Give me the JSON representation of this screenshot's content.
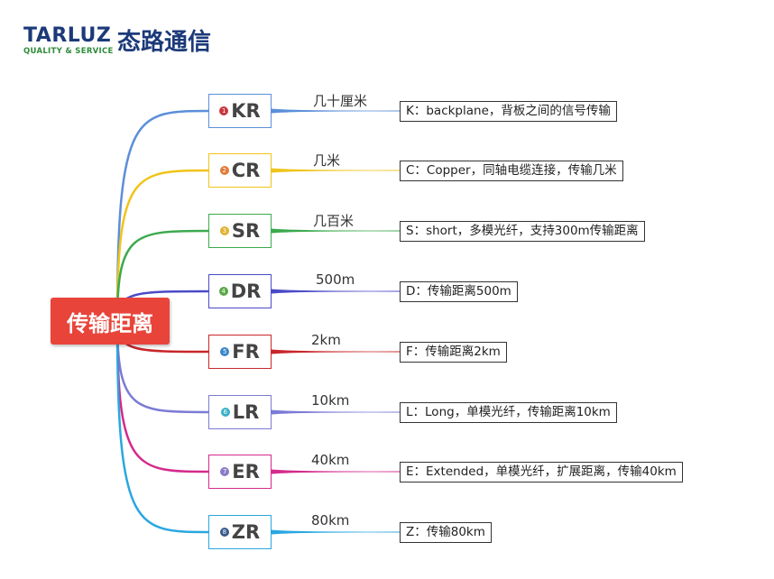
{
  "logo": {
    "name": "TARLUZ",
    "tagline": "QUALITY & SERVICE",
    "cn_name": "态路通信"
  },
  "root": {
    "label": "传输距离"
  },
  "branches": [
    {
      "code": "KR",
      "number": "1",
      "distance": "几十厘米",
      "description": "K：backplane，背板之间的信号传输",
      "color": "#5b8fd9",
      "badge_color": "#c8383c"
    },
    {
      "code": "CR",
      "number": "2",
      "distance": "几米",
      "description": "C：Copper，同轴电缆连接，传输几米",
      "color": "#f0c419",
      "badge_color": "#e07b39"
    },
    {
      "code": "SR",
      "number": "3",
      "distance": "几百米",
      "description": "S：short，多模光纤，支持300m传输距离",
      "color": "#3caa4e",
      "badge_color": "#e0b232"
    },
    {
      "code": "DR",
      "number": "4",
      "distance": "500m",
      "description": "D：传输距离500m",
      "color": "#4b4bc8",
      "badge_color": "#5aa848"
    },
    {
      "code": "FR",
      "number": "5",
      "distance": "2km",
      "description": "F：传输距离2km",
      "color": "#c8262a",
      "badge_color": "#3a86c8"
    },
    {
      "code": "LR",
      "number": "6",
      "distance": "10km",
      "description": "L：Long，单模光纤，传输距离10km",
      "color": "#7b7bd6",
      "badge_color": "#3ab0c8"
    },
    {
      "code": "ER",
      "number": "7",
      "distance": "40km",
      "description": "E：Extended，单模光纤，扩展距离，传输40km",
      "color": "#d42a8c",
      "badge_color": "#8a7bc8"
    },
    {
      "code": "ZR",
      "number": "8",
      "distance": "80km",
      "description": "Z：传输80km",
      "color": "#2aa7e0",
      "badge_color": "#3a5a8a"
    }
  ]
}
